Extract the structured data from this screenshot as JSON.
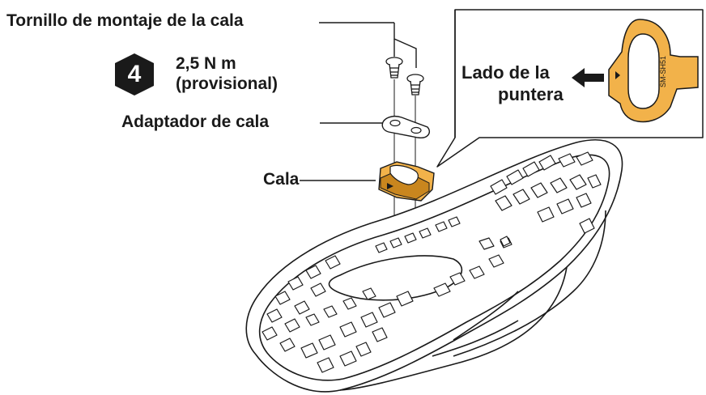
{
  "labels": {
    "screw": "Tornillo de montaje de la cala",
    "adapter": "Adaptador de cala",
    "cleat": "Cala"
  },
  "step": {
    "number": "4",
    "torque": "2,5 N m",
    "note": "(provisional)"
  },
  "inset": {
    "toe_line1": "Lado de la",
    "toe_line2": "puntera",
    "model": "SM-SH51"
  },
  "colors": {
    "cleat": "#f2b24a",
    "cleat_dark": "#c9861e",
    "outline": "#1a1a1a"
  }
}
